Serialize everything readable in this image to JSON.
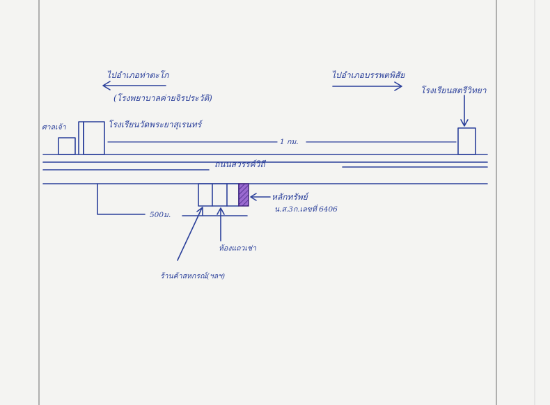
{
  "labels": {
    "to_nakhon_sawan": "ไปอำเภอท่าตะโก",
    "hospital_note": "(โรงพยาบาลค่ายจิรประวัติ)",
    "to_district": "ไปอำเภอบรรพตพิสัย",
    "school_right": "โรงเรียนสตรีวิทยา",
    "shrine": "ศาลเจ้า",
    "school_left": "โรงเรียนวัดพระยาสุเรนทร์",
    "distance_1km": "1 กม.",
    "road_name": "ถนนสวรรค์วิถี",
    "benchmark": "หลักทรัพย์",
    "deed_no": "น.ส.3ก.เลขที่ 6406",
    "distance_500m": "500ม.",
    "shophouse": "ห้องแถวเช่า",
    "landmark": "ร้านค้าสหกรณ์(ฯลฯ)"
  },
  "colors": {
    "ink": "#2a3f9a",
    "plot_fill": "#7c3fb2",
    "paper": "#f4f4f2",
    "margin": "#6a6a6a"
  }
}
